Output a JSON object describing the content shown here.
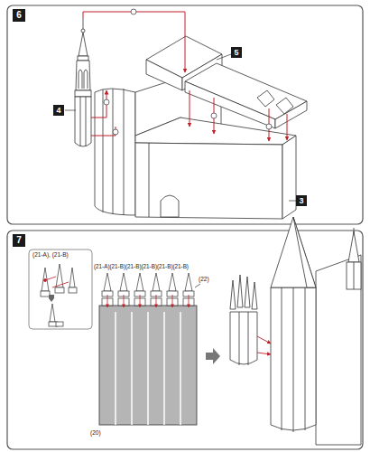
{
  "diagram": {
    "nodes": [
      {
        "text": [
          "6"
        ]
      },
      {
        "text": [
          "4"
        ]
      },
      {
        "text": [
          "5"
        ]
      },
      {
        "text": [
          "3"
        ]
      },
      {
        "text": [
          "7"
        ]
      }
    ],
    "labels": [
      "(21-A), (21-B)",
      "(21-A)(21-B)(21-B)(21-B)(21-B)(21-B)",
      "(22)",
      "(20)"
    ]
  }
}
